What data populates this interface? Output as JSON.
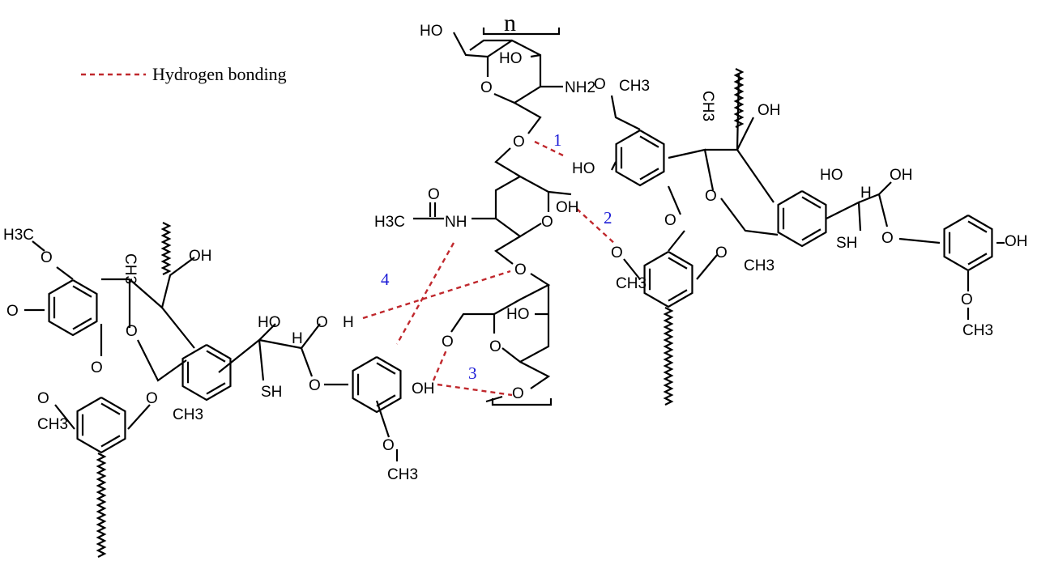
{
  "legend": {
    "label": "Hydrogen bonding",
    "line_color": "#c0282d"
  },
  "repeat_unit": "n",
  "bond_numbers": [
    "1",
    "2",
    "3",
    "4"
  ],
  "chitosan": {
    "top_ring": {
      "ho_ch2": "HO",
      "ho_ring": "HO",
      "amine": "NH2",
      "ring_o": "O"
    },
    "linker_o1": "O",
    "mid_ring": {
      "carbonyl_o": "O",
      "methyl": "H3C",
      "amide": "NH",
      "oh": "OH",
      "ring_o": "O"
    },
    "linker_o2": "O",
    "bottom_ring": {
      "ho": "HO",
      "ring_o": "O",
      "ch2_o": "O"
    },
    "linker_o3": "O"
  },
  "lignin_left": {
    "h3c_o": "H3C",
    "o1": "O",
    "ch3": "CH3",
    "oh": "OH",
    "o_phenol": "O",
    "o_bridge": "O",
    "o_ether": "O",
    "o_me1": "O",
    "ch3_1": "CH3",
    "o_me2": "O",
    "ch3_2": "CH3",
    "ho": "HO",
    "h": "H",
    "sh": "SH",
    "o_aryl": "O",
    "oh_ring": "OH",
    "o_h_o": "O",
    "o_h_h": "H",
    "o_me3": "O",
    "ch3_3": "CH3"
  },
  "lignin_right": {
    "o_me": "O",
    "ch3": "CH3",
    "ch3_v": "CH3",
    "oh": "OH",
    "ho": "HO",
    "o_ether": "O",
    "o_bridge": "O",
    "o_me1": "O",
    "ch3_1": "CH3",
    "o_me2": "O",
    "ch3_2": "CH3",
    "ho2": "HO",
    "h": "H",
    "oh2": "OH",
    "sh": "SH",
    "o_aryl": "O",
    "oh_ring": "OH",
    "o_me3": "O",
    "ch3_3": "CH3"
  }
}
